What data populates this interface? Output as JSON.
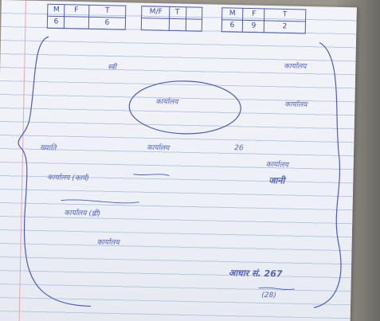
{
  "header_table": {
    "row1": [
      "M",
      "F",
      "T",
      "M/F",
      "T",
      "M",
      "F",
      "T"
    ],
    "row2": [
      "6",
      "",
      "6",
      "",
      "",
      "6",
      "9",
      "2"
    ]
  },
  "notes": {
    "top_left": "स्त्री",
    "top_right": "कार्यालय",
    "oval_center": "कार्यालय",
    "right_mid": "कार्यालय",
    "mid_row_left": "ख्याति",
    "mid_row_center": "कार्यालय",
    "mid_row_right": "26",
    "left_block_1": "कार्यालय (कार्य)",
    "right_block_1": "कार्यालय",
    "right_block_1b": "जानी",
    "left_block_2": "कार्यालय (ह्ली)",
    "center_block": "कार्यालय",
    "bottom_right": "आधार सं. 267",
    "bottom_right_2": "(28)"
  }
}
